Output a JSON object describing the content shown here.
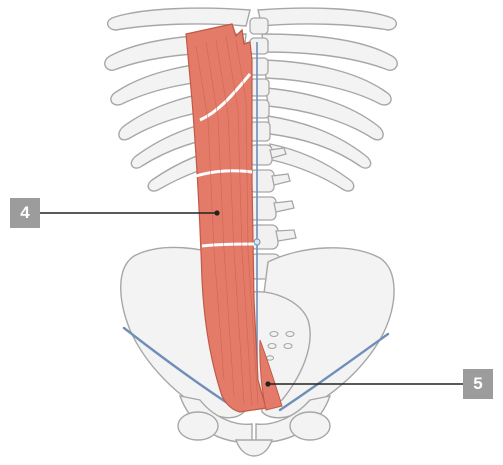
{
  "labels": [
    {
      "id": "label-4",
      "text": "4"
    },
    {
      "id": "label-5",
      "text": "5"
    }
  ],
  "colors": {
    "bone_fill": "#f3f3f3",
    "bone_stroke": "#a7a7a7",
    "muscle_fill": "#e47b68",
    "muscle_stroke": "#bf5a48",
    "tendon": "#ffffff",
    "ligament": "#6f8fb8",
    "leader_line": "#222222",
    "label_bg": "#9c9c9c"
  }
}
